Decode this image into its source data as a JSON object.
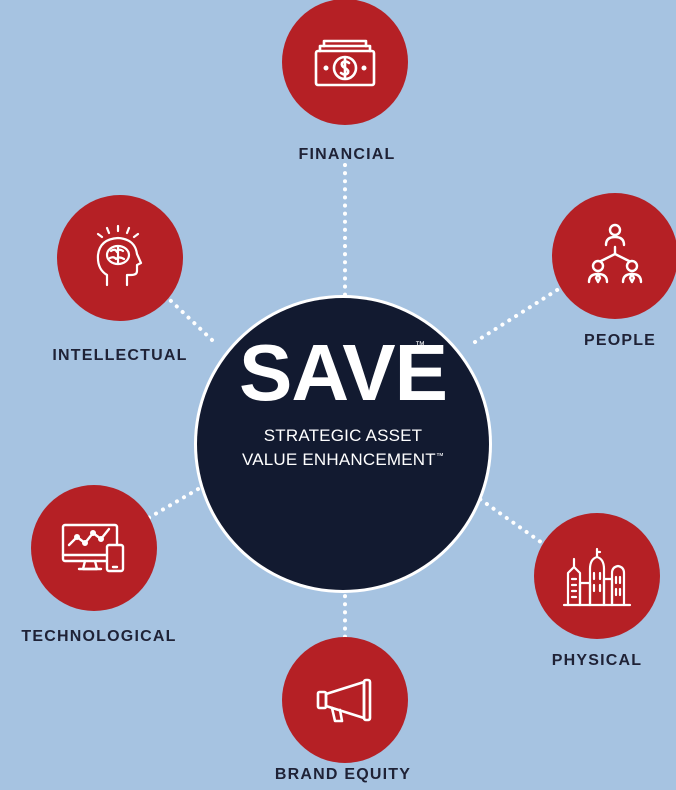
{
  "hub": {
    "title": "SAVE",
    "trademark": "™",
    "subtitle_line1": "STRATEGIC ASSET",
    "subtitle_line2": "VALUE ENHANCEMENT",
    "subtitle_trademark": "™"
  },
  "nodes": [
    {
      "id": "financial",
      "label": "FINANCIAL",
      "icon": "money-bill-icon"
    },
    {
      "id": "people",
      "label": "PEOPLE",
      "icon": "org-chart-icon"
    },
    {
      "id": "physical",
      "label": "PHYSICAL",
      "icon": "buildings-icon"
    },
    {
      "id": "brand",
      "label": "BRAND EQUITY",
      "icon": "megaphone-icon"
    },
    {
      "id": "technological",
      "label": "TECHNOLOGICAL",
      "icon": "devices-icon"
    },
    {
      "id": "intellectual",
      "label": "INTELLECTUAL",
      "icon": "brain-head-icon"
    }
  ],
  "colors": {
    "background": "#a6c3e1",
    "node_fill": "#b52025",
    "hub_fill": "#121a30",
    "label_text": "#1f2236",
    "connector": "#ffffff"
  }
}
